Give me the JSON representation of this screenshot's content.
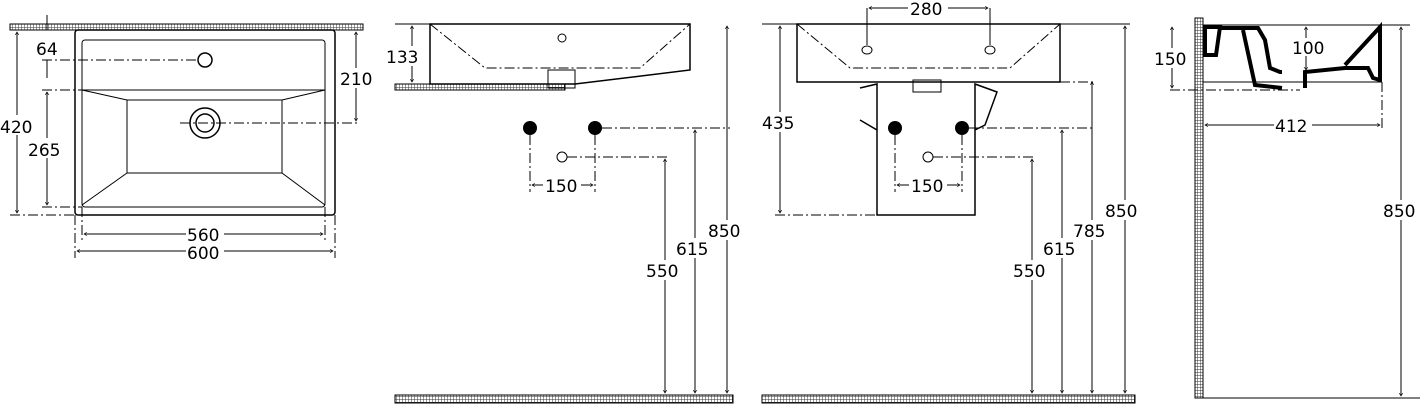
{
  "views": {
    "top": {
      "dims": {
        "d64": "64",
        "d420": "420",
        "d265": "265",
        "d210": "210",
        "d560": "560",
        "d600": "600"
      }
    },
    "side": {
      "dims": {
        "d133": "133",
        "d150": "150",
        "d550": "550",
        "d615": "615",
        "d850": "850"
      }
    },
    "front": {
      "dims": {
        "d280": "280",
        "d435": "435",
        "d150": "150",
        "d550": "550",
        "d615": "615",
        "d785": "785",
        "d850": "850"
      }
    },
    "section": {
      "dims": {
        "d150": "150",
        "d100": "100",
        "d412": "412",
        "d850": "850"
      }
    }
  }
}
